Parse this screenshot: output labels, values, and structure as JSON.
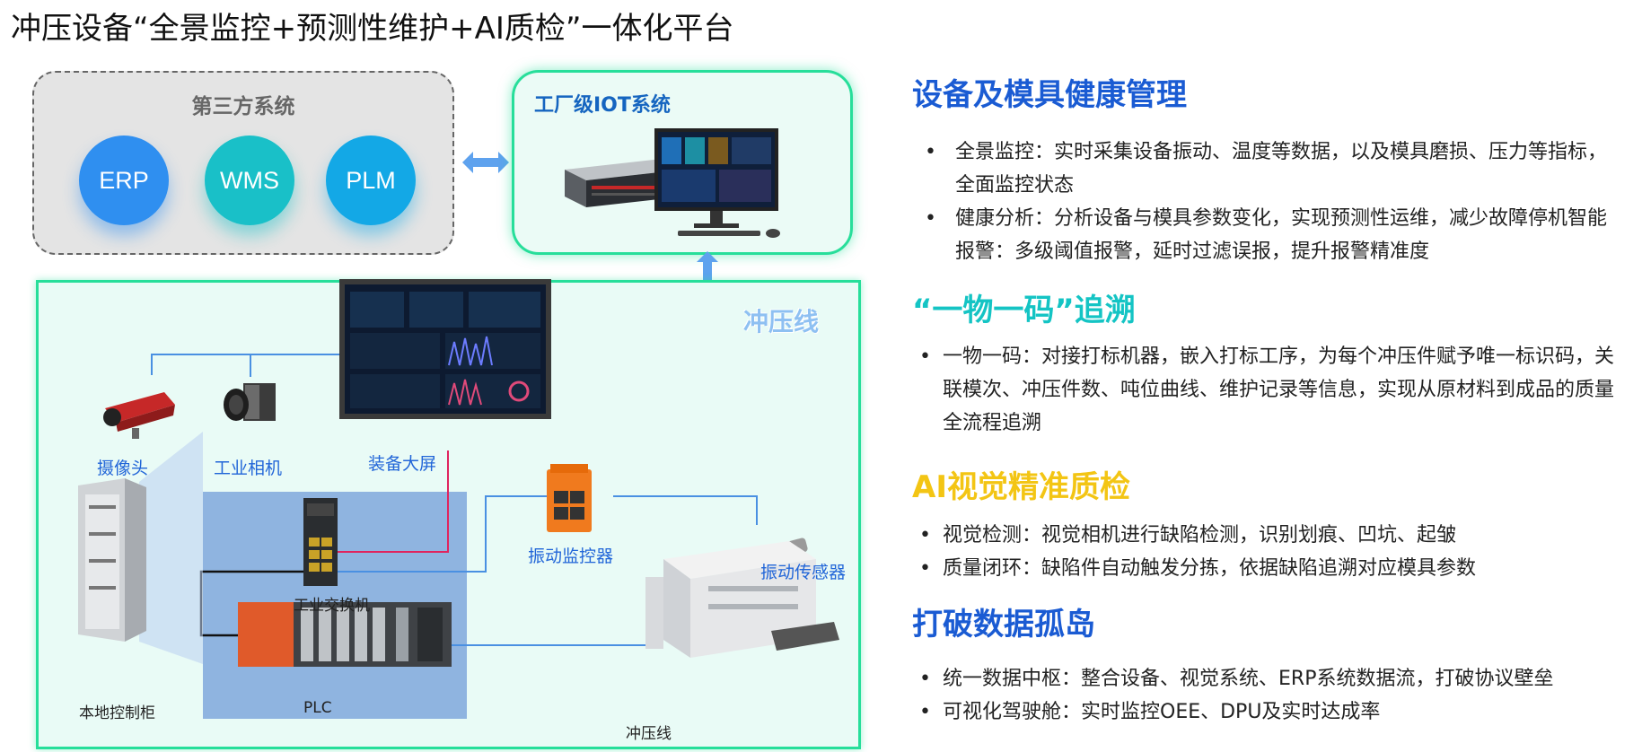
{
  "page_title": "冲压设备“全景监控+预测性维护+AI质检”一体化平台",
  "third_party": {
    "title": "第三方系统",
    "systems": [
      "ERP",
      "WMS",
      "PLM"
    ]
  },
  "iot": {
    "title": "工厂级IOT系统"
  },
  "stamping_line": {
    "title": "冲压线",
    "labels": {
      "camera": "摄像头",
      "industrial_camera": "工业相机",
      "big_screen": "装备大屏",
      "vibration_monitor": "振动监控器",
      "vibration_sensor": "振动传感器",
      "switch": "工业交换机",
      "plc": "PLC",
      "cabinet": "本地控制柜",
      "press_line": "冲压线"
    }
  },
  "sections": [
    {
      "title": "设备及模具健康管理",
      "color": "#1a5bd3",
      "bullets": [
        "全景监控：实时采集设备振动、温度等数据，以及模具磨损、压力等指标，全面监控状态",
        "健康分析：分析设备与模具参数变化，实现预测性运维，减少故障停机智能报警：多级阈值报警，延时过滤误报，提升报警精准度"
      ]
    },
    {
      "title": "“一物一码”追溯",
      "color": "#14c4c4",
      "bullets": [
        "一物一码：对接打标机器，嵌入打标工序，为每个冲压件赋予唯一标识码，关联模次、冲压件数、吨位曲线、维护记录等信息，实现从原材料到成品的质量全流程追溯"
      ]
    },
    {
      "title": "AI视觉精准质检",
      "color": "#f3c514",
      "bullets": [
        "视觉检测：视觉相机进行缺陷检测，识别划痕、凹坑、起皱",
        "质量闭环：缺陷件自动触发分拣，依据缺陷追溯对应模具参数"
      ]
    },
    {
      "title": "打破数据孤岛",
      "color": "#1a5bd3",
      "bullets": [
        "统一数据中枢：整合设备、视觉系统、ERP系统数据流，打破协议壁垒",
        "可视化驾驶舱：实时监控OEE、DPU及实时达成率"
      ]
    }
  ]
}
